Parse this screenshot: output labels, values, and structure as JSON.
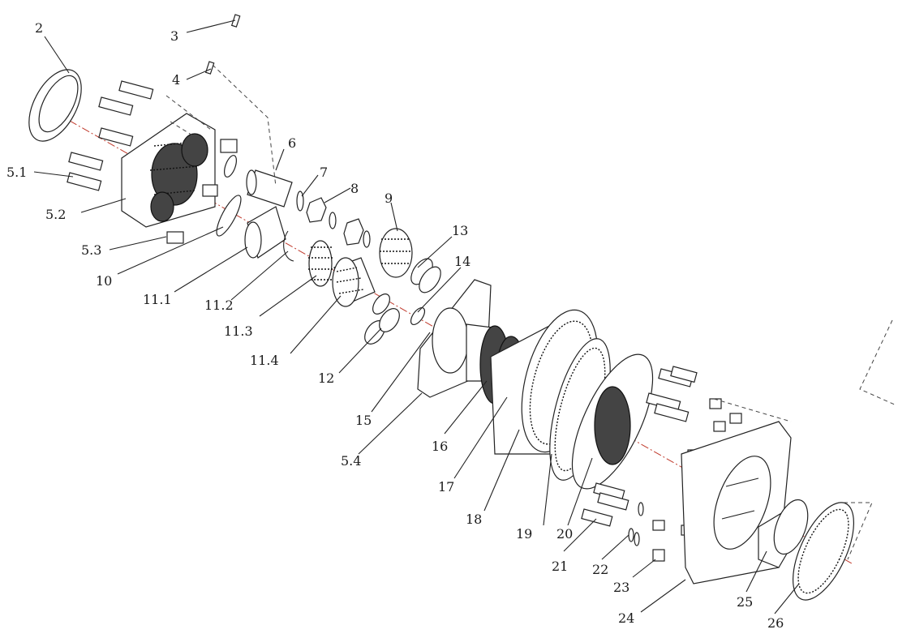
{
  "labels": [
    "2",
    "3",
    "4",
    "5.1",
    "5.2",
    "5.3",
    "6",
    "7",
    "8",
    "9",
    "10",
    "11.1",
    "11.2",
    "11.3",
    "11.4",
    "12",
    "13",
    "14",
    "15",
    "5.4",
    "16",
    "17",
    "18",
    "19",
    "20",
    "21",
    "22",
    "23",
    "24",
    "25",
    "26"
  ],
  "colors": {
    "axis": "#c0392b",
    "ink": "#222222",
    "background": "#ffffff"
  }
}
